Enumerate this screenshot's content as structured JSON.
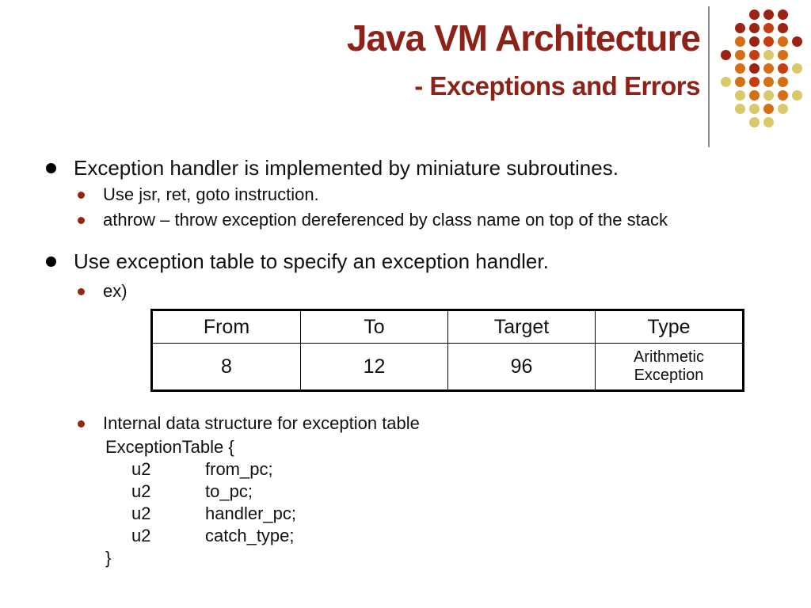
{
  "theme": {
    "title_color": "#8e2218",
    "accent_dot": "#8e2a12",
    "text_color": "#111111",
    "divider_color": "#8c8c8c"
  },
  "title": {
    "main": "Java VM Architecture",
    "sub": "- Exceptions and Errors"
  },
  "decoration": {
    "colors": {
      "m": "#9b2214",
      "r": "#c63d12",
      "o": "#d56f15",
      "y": "#d9c96b"
    },
    "grid": [
      [
        "",
        "",
        "m",
        "m",
        "m",
        ""
      ],
      [
        "",
        "m",
        "m",
        "r",
        "m",
        ""
      ],
      [
        "",
        "o",
        "m",
        "r",
        "o",
        "m"
      ],
      [
        "m",
        "o",
        "r",
        "y",
        "o",
        ""
      ],
      [
        "",
        "o",
        "m",
        "o",
        "r",
        "y"
      ],
      [
        "y",
        "o",
        "r",
        "o",
        "o",
        ""
      ],
      [
        "",
        "y",
        "o",
        "y",
        "o",
        "y"
      ],
      [
        "",
        "y",
        "y",
        "o",
        "y",
        ""
      ],
      [
        "",
        "",
        "y",
        "y",
        "",
        ""
      ]
    ]
  },
  "bullets": [
    {
      "text": "Exception handler is implemented by miniature subroutines.",
      "children": [
        {
          "text": "Use jsr, ret, goto instruction."
        },
        {
          "text": "athrow – throw exception dereferenced by class name on top of the stack"
        }
      ]
    },
    {
      "text": "Use exception table to specify an exception handler.",
      "children": [
        {
          "text": "ex)"
        },
        {
          "text": "Internal data structure for exception table"
        }
      ]
    }
  ],
  "table": {
    "headers": [
      "From",
      "To",
      "Target",
      "Type"
    ],
    "rows": [
      [
        "8",
        "12",
        "96",
        "Arithmetic Exception"
      ]
    ]
  },
  "code": {
    "open": "ExceptionTable {",
    "fields": [
      {
        "type": "u2",
        "name": "from_pc;"
      },
      {
        "type": "u2",
        "name": "to_pc;"
      },
      {
        "type": "u2",
        "name": "handler_pc;"
      },
      {
        "type": "u2",
        "name": "catch_type;"
      }
    ],
    "close": "}"
  }
}
